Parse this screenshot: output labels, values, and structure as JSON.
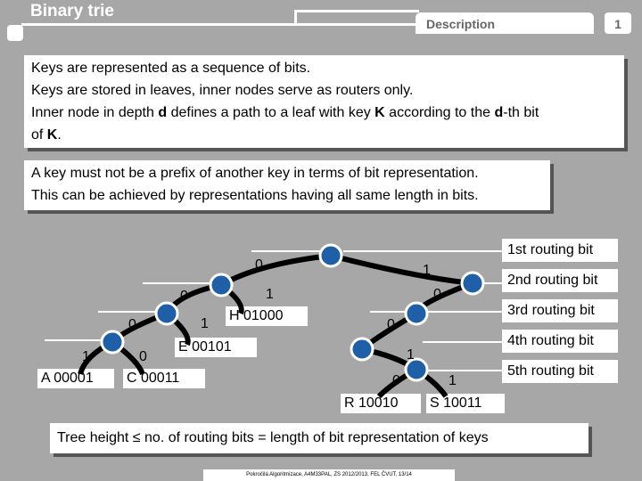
{
  "header": {
    "title": "Binary trie",
    "tab": "Description",
    "slide": "1"
  },
  "text1": {
    "line1": "Keys are represented as a sequence of bits.",
    "line2": "Keys are stored in leaves, inner nodes serve as routers only.",
    "line3a": "Inner node in depth ",
    "line3b": "d",
    "line3c": " defines a path to a leaf with key ",
    "line3d": "K",
    "line3e": " according to the ",
    "line3f": "d",
    "line3g": "-th bit",
    "line4a": "of  ",
    "line4b": "K",
    "line4c": "."
  },
  "text2": {
    "line1": "A key must not be a prefix of another key in terms of bit representation.",
    "line2": "This can be achieved by representations having all same length in bits."
  },
  "routing": [
    "1st routing bit",
    "2nd routing bit",
    "3rd routing bit",
    "4th routing bit",
    "5th routing bit"
  ],
  "leaves": {
    "A": "A  00001",
    "C": "C  00011",
    "E": "E  00101",
    "H": "H  01000",
    "R": "R  10010",
    "S": "S  10011"
  },
  "edges": {
    "e1": "0",
    "e2": "1",
    "e3": "0",
    "e4": "1",
    "e5": "0",
    "e6": "0",
    "e7": "1",
    "e8": "0",
    "e9": "1",
    "e10": "0",
    "e11": "1",
    "e12": "0",
    "e13": "1"
  },
  "bottom": {
    "a": "Tree height ",
    "b": "≤",
    "c": " no. of routing bits = length of bit representation of keys"
  },
  "footer": "Pokročilá Algoritmizace, A4M33PAL, ZS 2012/2013, FEL ČVUT,  13/14"
}
